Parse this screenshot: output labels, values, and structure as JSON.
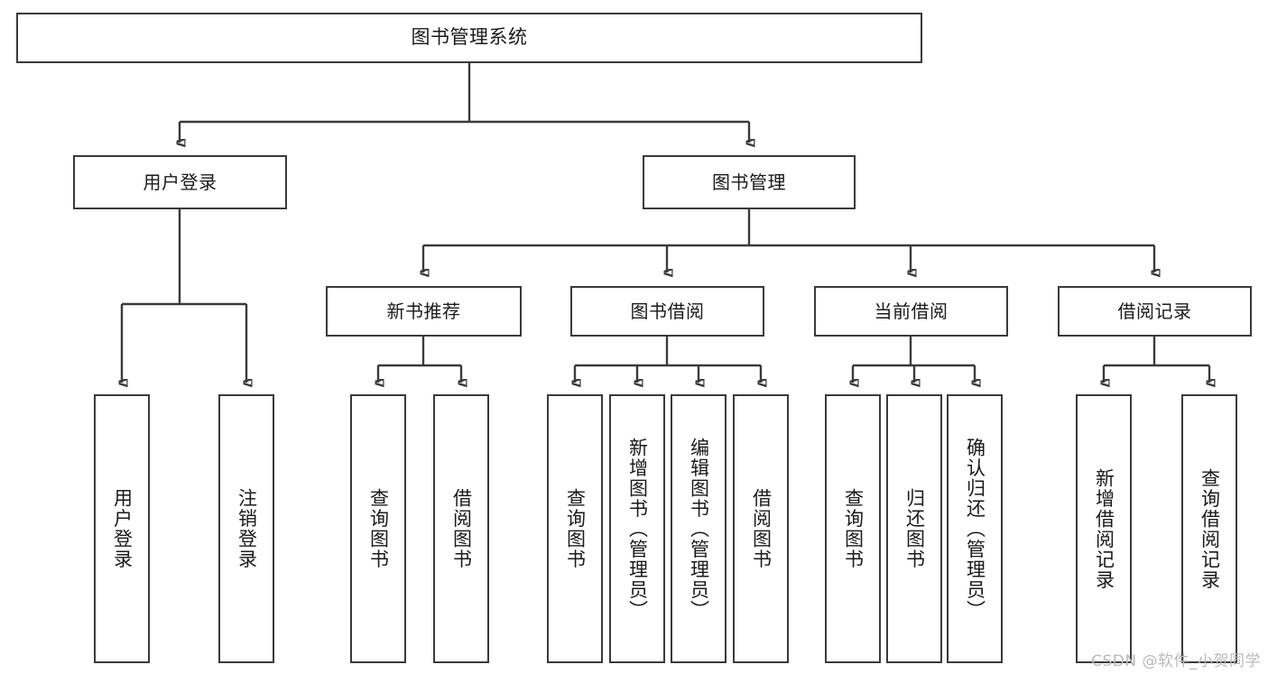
{
  "diagram": {
    "title": "图书管理系统",
    "watermark": "CSDN @软件_小贺同学",
    "colors": {
      "stroke": "#3a3a3a",
      "text": "#1a1a1a",
      "background": "#ffffff",
      "watermark": "#b9b9b9"
    },
    "nodes": {
      "root": {
        "label": "图书管理系统"
      },
      "level1": [
        {
          "label": "用户登录"
        },
        {
          "label": "图书管理"
        }
      ],
      "level2": [
        {
          "label": "新书推荐"
        },
        {
          "label": "图书借阅"
        },
        {
          "label": "当前借阅"
        },
        {
          "label": "借阅记录"
        }
      ],
      "leaves": {
        "user_login": [
          {
            "label": "用户登录"
          },
          {
            "label": "注销登录"
          }
        ],
        "new_book_recommend": [
          {
            "label": "查询图书"
          },
          {
            "label": "借阅图书"
          }
        ],
        "book_borrow": [
          {
            "label": "查询图书"
          },
          {
            "label": "新增图书（管理员）"
          },
          {
            "label": "编辑图书（管理员）"
          },
          {
            "label": "借阅图书"
          }
        ],
        "current_borrow": [
          {
            "label": "查询图书"
          },
          {
            "label": "归还图书"
          },
          {
            "label": "确认归还（管理员）"
          }
        ],
        "borrow_record": [
          {
            "label": "新增借阅记录"
          },
          {
            "label": "查询借阅记录"
          }
        ]
      }
    }
  }
}
